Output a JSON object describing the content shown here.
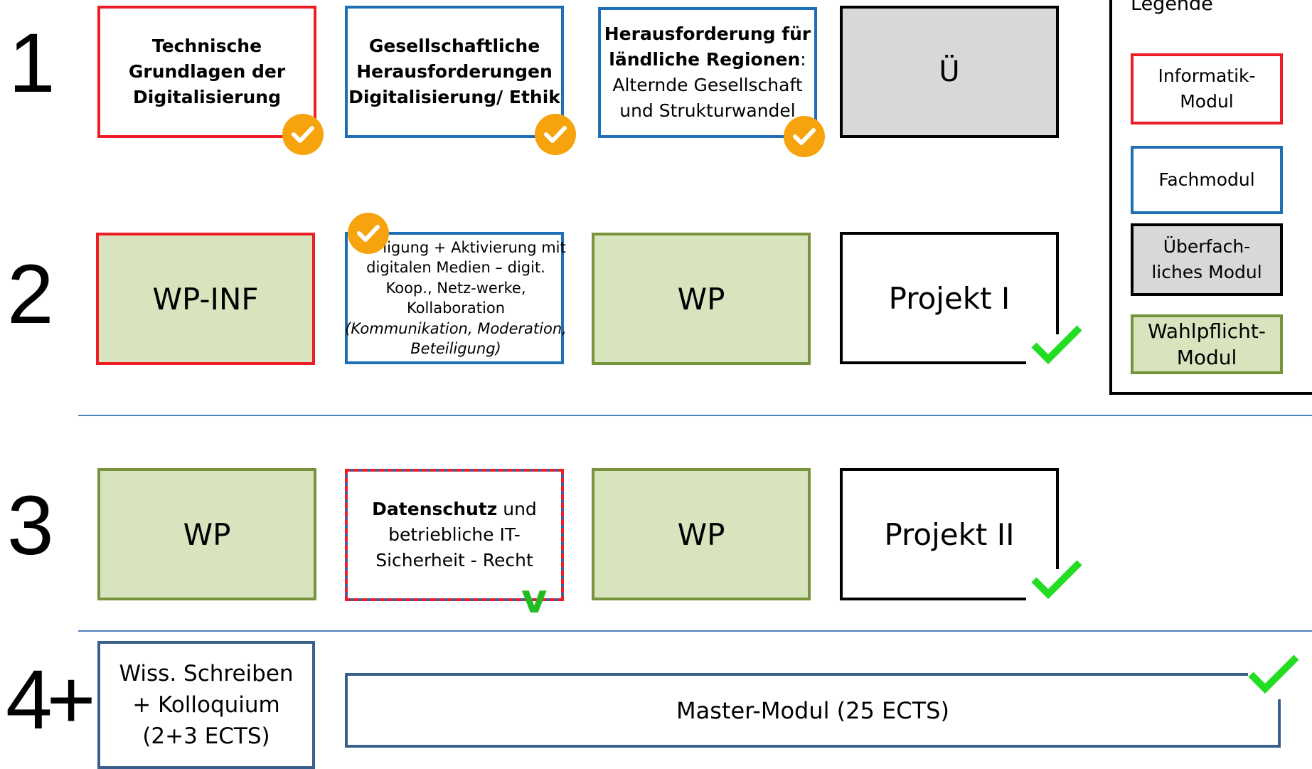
{
  "semesters": [
    "1",
    "2",
    "3",
    "4+"
  ],
  "row1": {
    "tech": [
      "Technische",
      "Grundlagen der",
      "Digitalisierung"
    ],
    "ethik": [
      "Gesellschaftliche",
      "Herausforderungen",
      "Digitalisierung/ Ethik"
    ],
    "laendlich_bold1": "Herausforderung für",
    "laendlich_bold2": "ländliche Regionen",
    "laendlich_colon": ":",
    "laendlich_rest": [
      "Alternde Gesellschaft",
      "und Strukturwandel"
    ],
    "ue": "Ü"
  },
  "row2": {
    "wp_inf": "WP-INF",
    "beteiligung": [
      "ligung + Aktivierung mit",
      "digitalen Medien – digit.",
      "Koop., Netz-werke,",
      "Kollaboration"
    ],
    "beteiligung_italic": [
      "(Kommunikation, Moderation,",
      "Beteiligung)"
    ],
    "wp": "WP",
    "projekt1": "Projekt I"
  },
  "row3": {
    "wp_left": "WP",
    "datenschutz_bold": "Datenschutz",
    "datenschutz_rest1": " und",
    "datenschutz_rest": [
      "betriebliche IT-",
      "Sicherheit - Recht"
    ],
    "check_mark": "v",
    "wp_right": "WP",
    "projekt2": "Projekt II"
  },
  "row4": {
    "wiss": [
      "Wiss. Schreiben",
      "+ Kolloquium",
      "(2+3 ECTS)"
    ],
    "master": "Master-Modul (25 ECTS)"
  },
  "legend": {
    "title": "Legende",
    "items": [
      {
        "label": [
          "Informatik-",
          "Modul"
        ]
      },
      {
        "label": [
          "Fachmodul"
        ]
      },
      {
        "label": [
          "Überfach-",
          "liches Modul"
        ]
      },
      {
        "label": [
          "Wahlpflicht-",
          "Modul"
        ]
      }
    ]
  },
  "colors": {
    "informatik": "#ee1c25",
    "fach": "#1f6fb7",
    "ueberfach": "#d8d8d8",
    "wahlpflicht": "#d7e4bd",
    "badge": "#f7a30d",
    "check": "#22dd22"
  }
}
